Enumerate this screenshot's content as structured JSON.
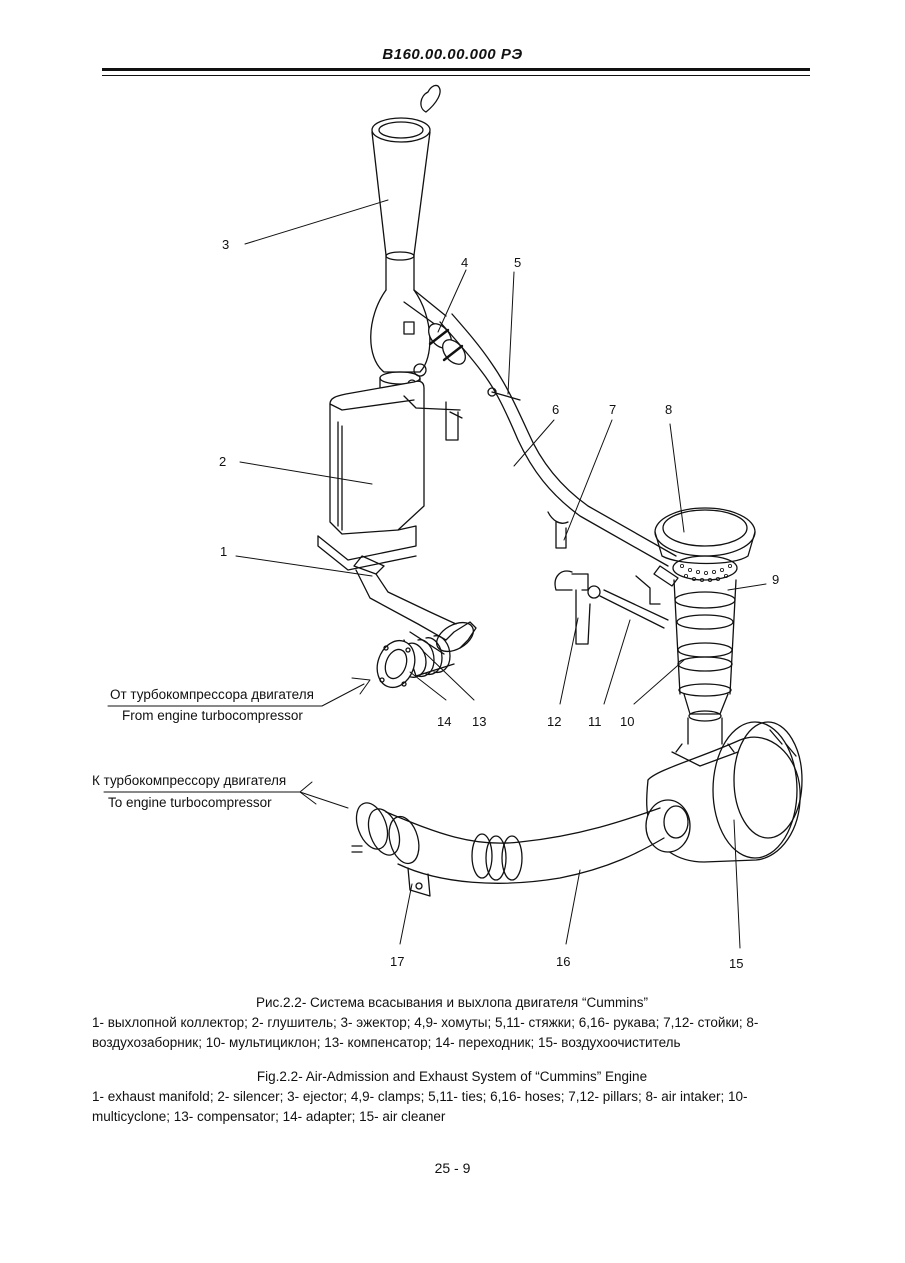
{
  "header": {
    "doc_code": "В160.00.00.000 РЭ"
  },
  "callouts": [
    "1",
    "2",
    "3",
    "4",
    "5",
    "6",
    "7",
    "8",
    "9",
    "10",
    "11",
    "12",
    "13",
    "14",
    "15",
    "16",
    "17"
  ],
  "labels": {
    "from_ru": "От турбокомпрессора двигателя",
    "from_en": "From engine turbocompressor",
    "to_ru": "К турбокомпрессору двигателя",
    "to_en": "To engine turbocompressor"
  },
  "caption": {
    "title_ru": "Рис.2.2- Система всасывания и выхлопа двигателя “Cummins”",
    "legend_ru": "1- выхлопной коллектор; 2- глушитель; 3- эжектор; 4,9- хомуты; 5,11- стяжки; 6,16- рукава; 7,12- стойки; 8- воздухозаборник; 10- мультициклон; 13- компенсатор; 14- переходник; 15- воздухоочиститель",
    "title_en": "Fig.2.2- Air-Admission and Exhaust System of “Cummins” Engine",
    "legend_en": "1- exhaust manifold; 2- silencer; 3- ejector; 4,9- clamps; 5,11- ties; 6,16- hoses; 7,12- pillars; 8- air intaker; 10- multicyclone; 13- compensator; 14- adapter; 15- air cleaner"
  },
  "page_number": "25 - 9"
}
